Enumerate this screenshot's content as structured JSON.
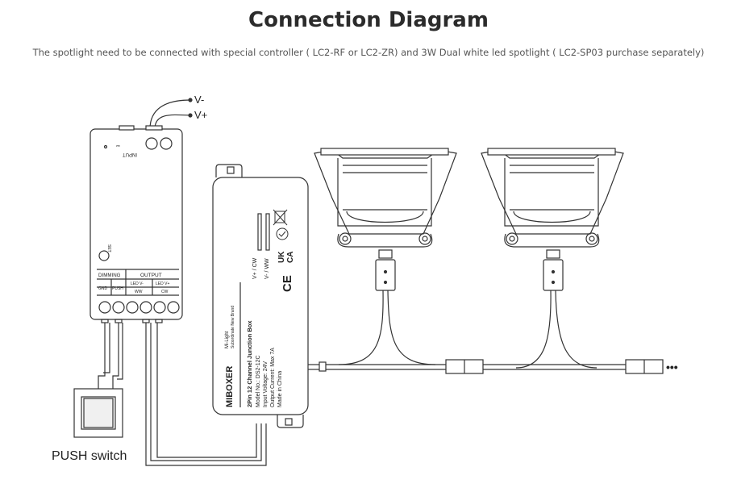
{
  "header": {
    "title": "Connection Diagram",
    "subtitle": "The spotlight need to be connected with special controller ( LC2-RF or LC2-ZR) and 3W Dual white led spotlight ( LC2-SP03 purchase separately)"
  },
  "power": {
    "v_minus": "V-",
    "v_plus": "V+"
  },
  "controller": {
    "input_label": "INPUT",
    "set_label": "SET",
    "dimming_label": "DIMMING",
    "output_label": "OUTPUT",
    "gnd_label": "GND",
    "push_label": "PUSH",
    "led_minus_label": "LED V-",
    "led_plus_label": "LED V+",
    "ww_label": "WW",
    "cw_label": "CW"
  },
  "junction_box": {
    "brand": "MIBOXER",
    "brand_sub": "Mi-Light",
    "brand_tag": "Subordinate New Brand",
    "name": "2Pin 12 Channel Junction Box",
    "model": "Model No.: DS2-12C",
    "input_voltage": "Input Voltage: 24V",
    "output_current": "Output Current: Max 7A",
    "origin": "Made in China",
    "cw_wire": "V+ / CW",
    "ww_wire": "V- / WW",
    "cert_ce": "CE",
    "cert_ukca_1": "UK",
    "cert_ukca_2": "CA"
  },
  "switch": {
    "label": "PUSH switch"
  },
  "continuation": "•••"
}
